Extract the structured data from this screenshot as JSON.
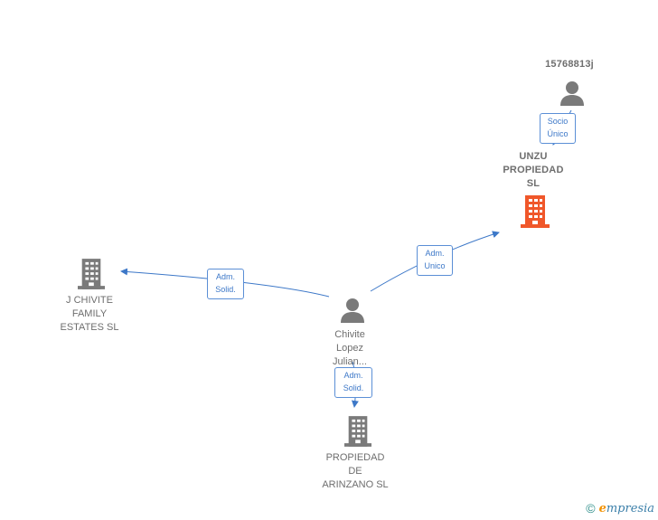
{
  "nodes": {
    "person_top": {
      "label": "15768813j"
    },
    "unzu": {
      "label": "UNZU\nPROPIEDAD\nSL"
    },
    "jchivite": {
      "label": "J CHIVITE\nFAMILY\nESTATES SL"
    },
    "chivite": {
      "label": "Chivite\nLopez\nJulian..."
    },
    "arinzano": {
      "label": "PROPIEDAD\nDE\nARINZANO SL"
    }
  },
  "edges": {
    "socio_unico": {
      "line1": "Socio",
      "line2": "Único"
    },
    "adm_unico": {
      "line1": "Adm.",
      "line2": "Unico"
    },
    "adm_solid_left": {
      "line1": "Adm.",
      "line2": "Solid."
    },
    "adm_solid_bottom": {
      "line1": "Adm.",
      "line2": "Solid."
    }
  },
  "brand": {
    "copyright": "©",
    "e_letter": "e",
    "rest": "mpresia"
  },
  "colors": {
    "edge": "#3d78c8",
    "node_gray": "#7a7a7a",
    "highlight_building": "#f0572a"
  }
}
